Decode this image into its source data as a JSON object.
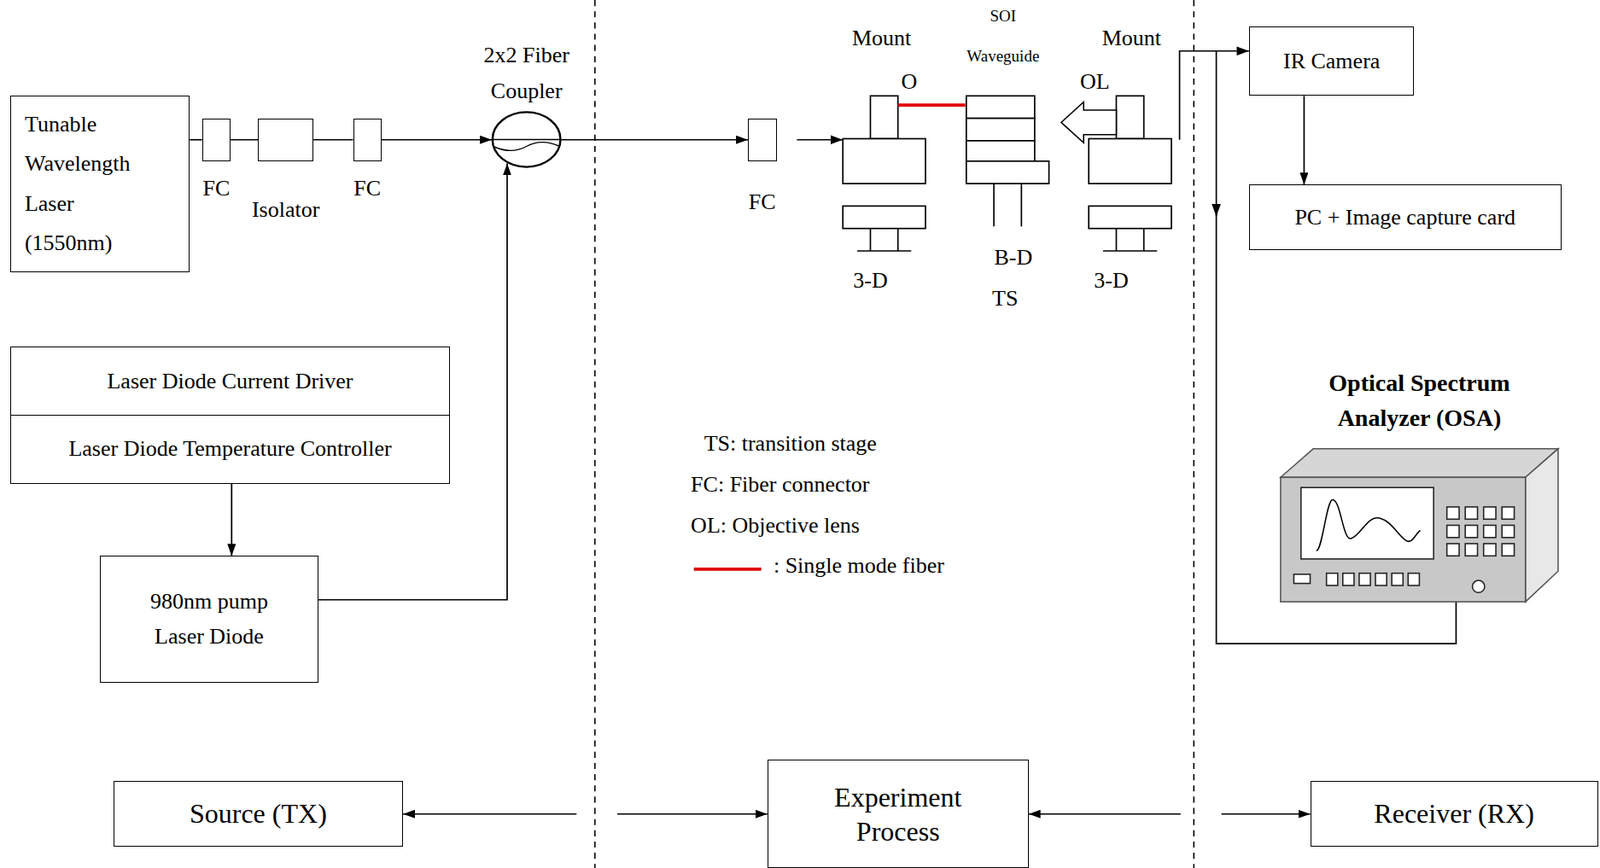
{
  "diagram": {
    "nodes": [
      {
        "text": [
          "Tunable Wavelength Laser (1550nm)"
        ]
      },
      {
        "text": [
          "FC"
        ]
      },
      {
        "text": [
          "Isolator"
        ]
      },
      {
        "text": [
          "FC"
        ]
      },
      {
        "text": [
          "2x2 Fiber Coupler"
        ]
      },
      {
        "text": [
          "FC"
        ]
      },
      {
        "text": [
          "IR Camera"
        ]
      },
      {
        "text": [
          "PC + Image capture card"
        ]
      },
      {
        "text": [
          "Laser Diode Current Driver",
          "Laser Diode Temperature Controller"
        ]
      },
      {
        "text": [
          "980nm pump Laser Diode"
        ]
      },
      {
        "text": [
          "Optical Spectrum Analyzer (OSA)"
        ]
      },
      {
        "text": [
          "Source (TX)"
        ]
      },
      {
        "text": [
          "Experiment Process"
        ]
      },
      {
        "text": [
          "Receiver (RX)"
        ]
      }
    ],
    "edges": [
      {
        "from": 0,
        "to": 1,
        "arrow": "none"
      },
      {
        "from": 1,
        "to": 2,
        "arrow": "none"
      },
      {
        "from": 2,
        "to": 3,
        "arrow": "none"
      },
      {
        "from": 3,
        "to": 4,
        "arrow": "to"
      },
      {
        "from": 4,
        "to": 5,
        "arrow": "to"
      },
      {
        "from": 8,
        "to": 9,
        "arrow": "to"
      },
      {
        "from": 9,
        "to": 4,
        "arrow": "to"
      },
      {
        "from": 6,
        "to": 7,
        "arrow": "to"
      },
      {
        "from": 11,
        "to": 12,
        "arrow": "both"
      },
      {
        "from": 12,
        "to": 13,
        "arrow": "both"
      }
    ],
    "labels": [
      "Mount",
      "SOI",
      "Waveguide",
      "Mount",
      "O",
      "OL",
      "3-D",
      "B-D",
      "TS",
      "3-D",
      "TS: transition stage",
      "FC: Fiber connector",
      "OL: Objective lens"
    ],
    "legend": [
      {
        "text": ": Single mode fiber"
      }
    ]
  }
}
